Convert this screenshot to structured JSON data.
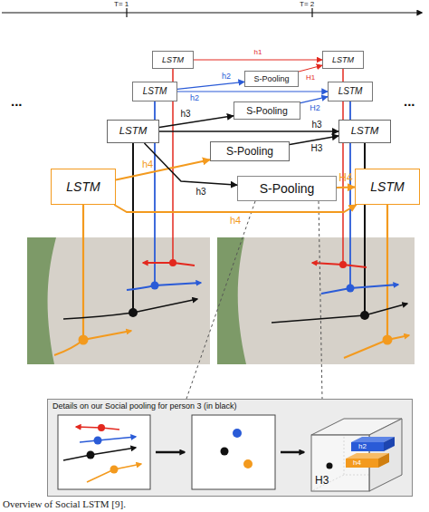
{
  "diagram": {
    "caption": "Overview of Social LSTM [9].",
    "nodes": [
      {
        "text": [
          "LSTM"
        ]
      },
      {
        "text": [
          "S-Pooling"
        ]
      },
      {
        "text": [
          "LSTM"
        ]
      },
      {
        "text": [
          "LSTM"
        ]
      },
      {
        "text": [
          "S-Pooling"
        ]
      },
      {
        "text": [
          "LSTM"
        ]
      },
      {
        "text": [
          "LSTM"
        ]
      },
      {
        "text": [
          "S-Pooling"
        ]
      },
      {
        "text": [
          "LSTM"
        ]
      },
      {
        "text": [
          "LSTM"
        ]
      },
      {
        "text": [
          "S-Pooling"
        ]
      },
      {
        "text": [
          "LSTM"
        ]
      },
      {
        "text": [
          "Details on our Social pooling for person 3 (in black)"
        ]
      },
      {
        "text": [
          "H3"
        ],
        "in": 12
      }
    ],
    "edges": [
      {
        "from": 0,
        "to": 2,
        "label": "h1",
        "arrow": "to"
      },
      {
        "from": 1,
        "to": 2,
        "label": "H1",
        "arrow": "to"
      },
      {
        "from": 3,
        "to": 1,
        "label": "h2",
        "arrow": "to"
      },
      {
        "from": 3,
        "to": 5,
        "label": "h2",
        "arrow": "to"
      },
      {
        "from": 4,
        "to": 5,
        "label": "H2",
        "arrow": "to"
      },
      {
        "from": 6,
        "to": 4,
        "label": "h3",
        "arrow": "to"
      },
      {
        "from": 6,
        "to": 8,
        "label": "h3",
        "arrow": "to"
      },
      {
        "from": 7,
        "to": 8,
        "label": "H3",
        "arrow": "to"
      },
      {
        "from": 9,
        "to": 7,
        "label": "h4",
        "arrow": "to"
      },
      {
        "from": 9,
        "to": 11,
        "label": "h4",
        "arrow": "to"
      },
      {
        "from": 10,
        "to": 11,
        "label": "H4",
        "arrow": "to"
      },
      {
        "from": 6,
        "to": 10,
        "label": "h3",
        "arrow": "to"
      }
    ],
    "labels": [
      "T= 1",
      "T= 2",
      "...",
      "...",
      "h2",
      "h4"
    ]
  }
}
